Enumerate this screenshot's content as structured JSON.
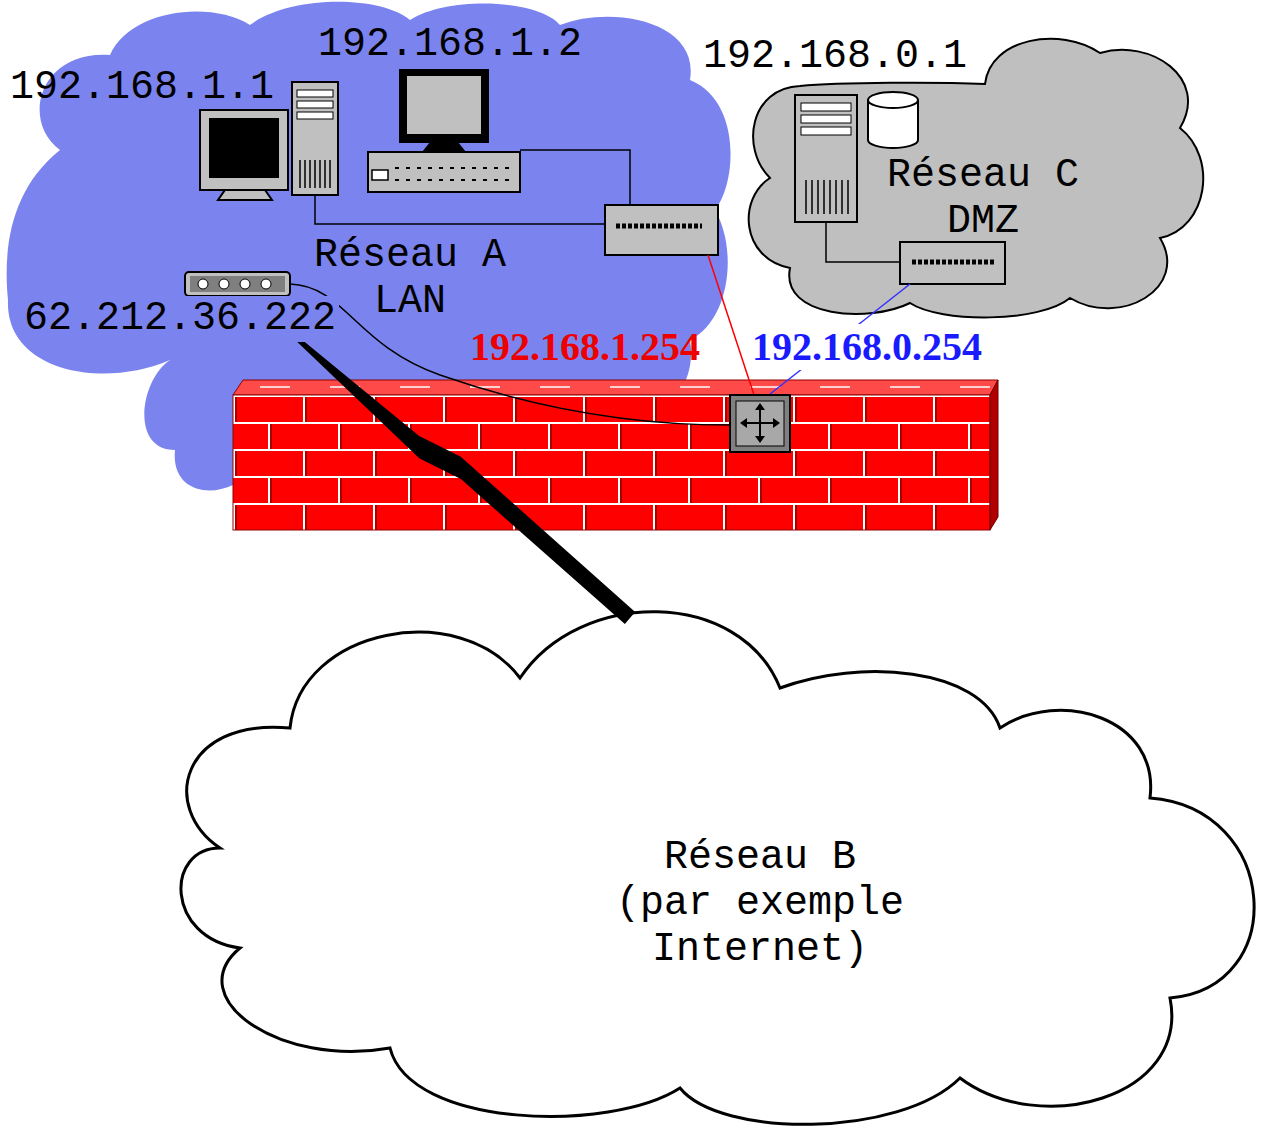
{
  "diagram": {
    "nodes": [
      {
        "text": [
          "Réseau A LAN"
        ]
      },
      {
        "text": [
          "Réseau C DMZ"
        ]
      },
      {
        "text": [
          "Réseau B (par exemple Internet)"
        ]
      }
    ],
    "edges": [
      {
        "from": 0,
        "to": 2,
        "arrow": "none"
      }
    ],
    "labels": [
      "192.168.1.2",
      "192.168.0.1",
      "192.168.1.1",
      "62.212.36.222",
      "192.168.1.254",
      "192.168.0.254"
    ]
  }
}
